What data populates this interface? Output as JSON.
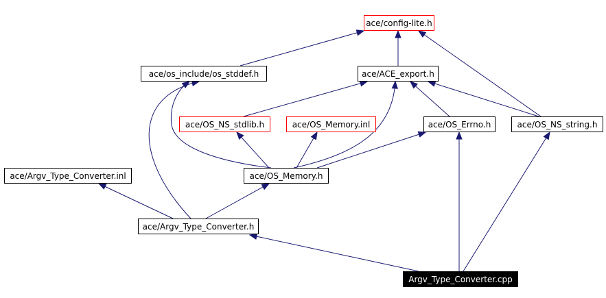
{
  "diagram": {
    "colors": {
      "edge": "#191970",
      "node_border": "#000000",
      "undocumented_border": "#ff0000",
      "root_fill": "#000000",
      "root_text": "#ffffff"
    },
    "nodes": [
      {
        "id": "config_lite",
        "label": "ace/config-lite.h",
        "style": "red"
      },
      {
        "id": "os_stddef",
        "label": "ace/os_include/os_stddef.h",
        "style": "normal"
      },
      {
        "id": "ace_export",
        "label": "ace/ACE_export.h",
        "style": "normal"
      },
      {
        "id": "os_ns_stdlib",
        "label": "ace/OS_NS_stdlib.h",
        "style": "red"
      },
      {
        "id": "os_memory_inl",
        "label": "ace/OS_Memory.inl",
        "style": "red"
      },
      {
        "id": "os_errno",
        "label": "ace/OS_Errno.h",
        "style": "normal"
      },
      {
        "id": "os_ns_string",
        "label": "ace/OS_NS_string.h",
        "style": "normal"
      },
      {
        "id": "argv_inl",
        "label": "ace/Argv_Type_Converter.inl",
        "style": "normal"
      },
      {
        "id": "os_memory",
        "label": "ace/OS_Memory.h",
        "style": "normal"
      },
      {
        "id": "argv_h",
        "label": "ace/Argv_Type_Converter.h",
        "style": "normal"
      },
      {
        "id": "argv_cpp",
        "label": "Argv_Type_Converter.cpp",
        "style": "root"
      }
    ],
    "edges": [
      {
        "from": "os_stddef",
        "to": "config_lite"
      },
      {
        "from": "ace_export",
        "to": "config_lite"
      },
      {
        "from": "os_ns_string",
        "to": "config_lite"
      },
      {
        "from": "os_ns_stdlib",
        "to": "ace_export"
      },
      {
        "from": "os_errno",
        "to": "ace_export"
      },
      {
        "from": "os_ns_string",
        "to": "ace_export"
      },
      {
        "from": "os_memory",
        "to": "ace_export"
      },
      {
        "from": "os_memory",
        "to": "os_stddef"
      },
      {
        "from": "os_memory",
        "to": "os_ns_stdlib"
      },
      {
        "from": "os_memory",
        "to": "os_memory_inl"
      },
      {
        "from": "os_memory",
        "to": "os_errno"
      },
      {
        "from": "argv_h",
        "to": "argv_inl"
      },
      {
        "from": "argv_h",
        "to": "os_memory"
      },
      {
        "from": "argv_h",
        "to": "os_stddef"
      },
      {
        "from": "argv_cpp",
        "to": "argv_h"
      },
      {
        "from": "argv_cpp",
        "to": "os_errno"
      },
      {
        "from": "argv_cpp",
        "to": "os_ns_string"
      }
    ]
  }
}
